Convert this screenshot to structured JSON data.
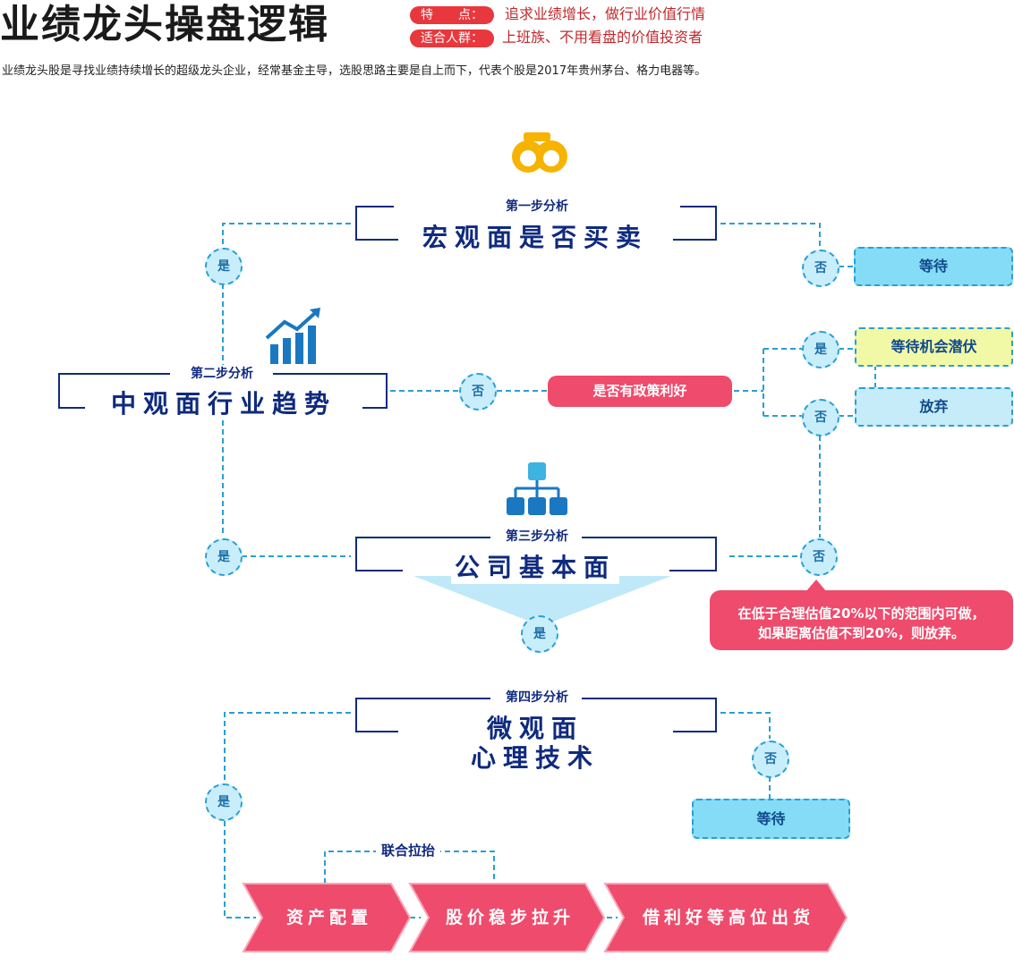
{
  "header": {
    "title": "业绩龙头操盘逻辑",
    "feature_tag": "特　　点：",
    "feature_text": "追求业绩增长，做行业价值行情",
    "audience_tag": "适合人群：",
    "audience_text": "上班族、不用看盘的价值投资者",
    "intro": "业绩龙头股是寻找业绩持续增长的超级龙头企业，经常基金主导，选股思路主要是自上而下，代表个股是2017年贵州茅台、格力电器等。"
  },
  "steps": {
    "step1": {
      "label": "第一步分析",
      "title": "宏观面是否买卖",
      "icon": "binoculars-icon"
    },
    "step2": {
      "label": "第二步分析",
      "title": "中观面行业趋势",
      "icon": "bar-chart-trend-icon"
    },
    "step3": {
      "label": "第三步分析",
      "title": "公司基本面",
      "icon": "org-chart-icon"
    },
    "step4": {
      "label": "第四步分析",
      "title_line1": "微观面",
      "title_line2": "心理技术"
    }
  },
  "decisions": {
    "yes": "是",
    "no": "否"
  },
  "outcomes": {
    "wait1": "等待",
    "policy_question": "是否有政策利好",
    "wait_ambush": "等待机会潜伏",
    "give_up": "放弃",
    "valuation_rule_line1": "在低于合理估值20%以下的范围内可做，",
    "valuation_rule_line2": "如果距离估值不到20%，则放弃。",
    "wait2": "等待"
  },
  "process": {
    "joint_label": "联合拉抬",
    "arrows": [
      "资产配置",
      "股价稳步拉升",
      "借利好等高位出货"
    ]
  },
  "colors": {
    "navy": "#0f2a7e",
    "dash_blue": "#2a9fd4",
    "circle_fill": "#c9eefb",
    "red_tag": "#e8383d",
    "pink": "#ef4b6c",
    "light_blue_box": "#84dcf6",
    "pale_blue_box": "#c5ecf8",
    "yellow_box": "#f2f9a6",
    "icon_orange": "#f6b300",
    "icon_blue": "#1a78c2"
  }
}
